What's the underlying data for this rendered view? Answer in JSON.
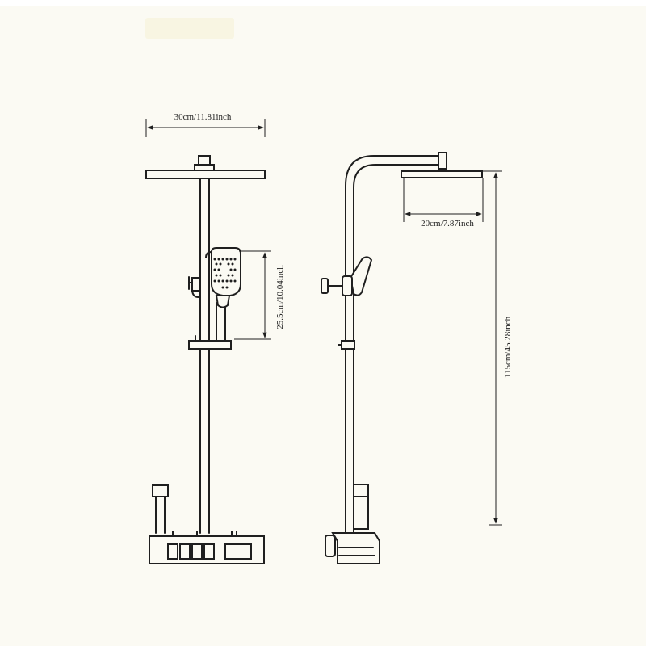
{
  "dimensions": {
    "head_width": "30cm/11.81inch",
    "handheld_height": "25.5cm/10.04inch",
    "side_head_depth": "20cm/7.87inch",
    "total_height": "115cm/45.28inch"
  },
  "colors": {
    "line": "#1f1f1f",
    "background": "#fbfaf3"
  }
}
